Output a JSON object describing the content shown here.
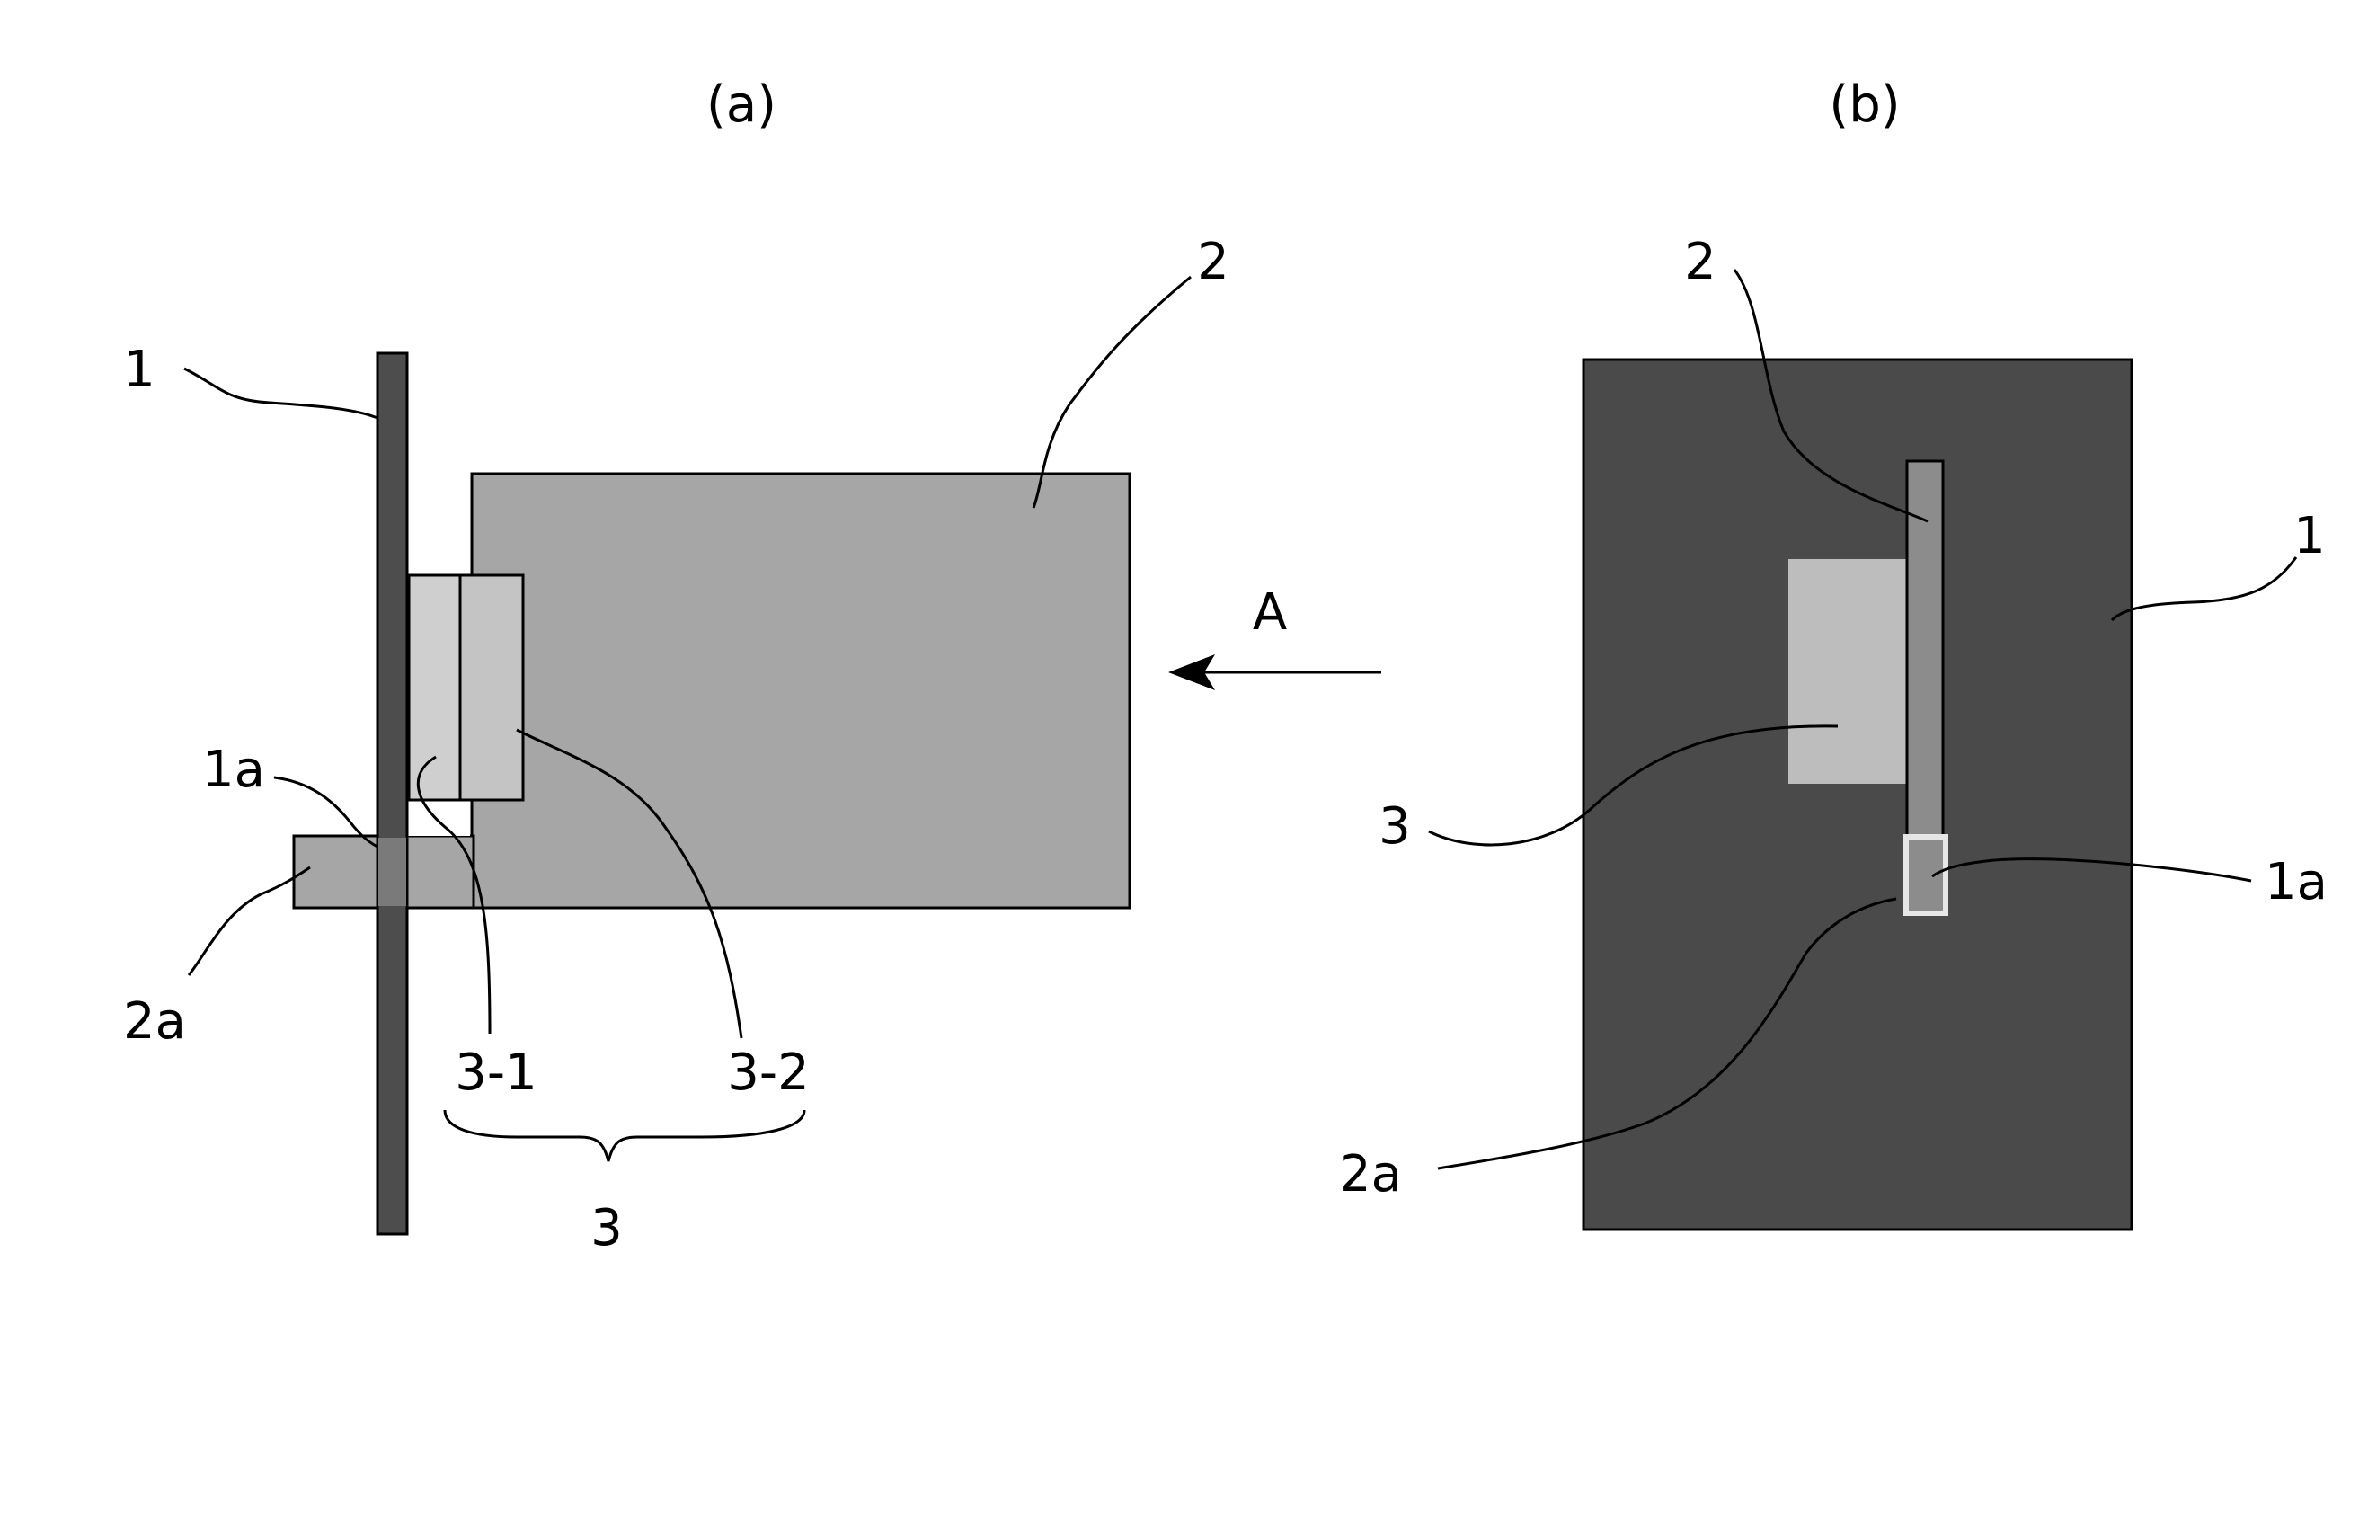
{
  "panels": [
    {
      "id": "a",
      "caption": "(a)",
      "parts": {
        "panel": {
          "label": "1",
          "fill": "#4d4d4d"
        },
        "housing": {
          "label": "2",
          "fill": "#a6a6a6"
        },
        "tab": {
          "label": "2a"
        },
        "hole": {
          "label": "1a"
        },
        "block_left": {
          "label": "3-1",
          "fill": "#cfcfcf"
        },
        "block_right": {
          "label": "3-2",
          "fill": "#c4c4c4"
        },
        "assembly": {
          "label": "3"
        }
      },
      "view_arrow": {
        "label": "A"
      }
    },
    {
      "id": "b",
      "caption": "(b)",
      "parts": {
        "panel": {
          "label": "1",
          "fill": "#4a4a4a"
        },
        "housing_strip": {
          "label": "2",
          "fill": "#8c8c8c"
        },
        "block": {
          "label": "3",
          "fill": "#bdbdbd"
        },
        "hole": {
          "label": "1a"
        },
        "tab": {
          "label": "2a",
          "fill": "#8c8c8c"
        }
      }
    }
  ]
}
